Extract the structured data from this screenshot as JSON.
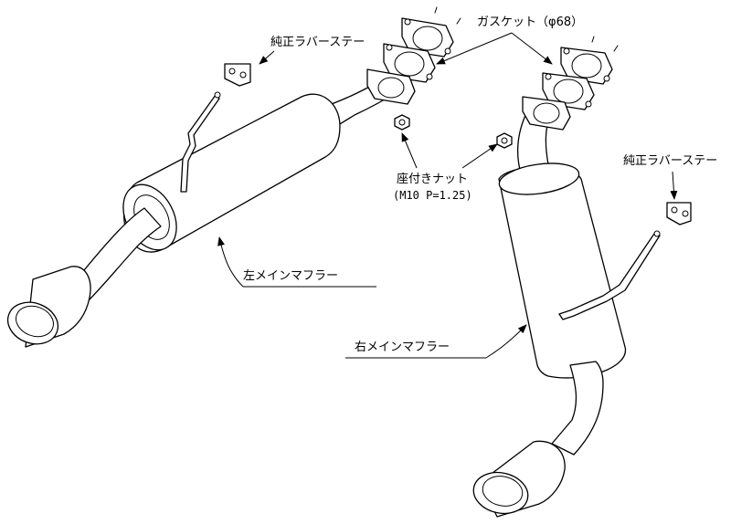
{
  "labels": {
    "rubber_stay_left": "純正ラバーステー",
    "rubber_stay_right": "純正ラバーステー",
    "gasket": "ガスケット（φ68）",
    "nut_name": "座付きナット",
    "nut_spec": "(M10 P=1.25)",
    "left_muffler": "左メインマフラー",
    "right_muffler": "右メインマフラー"
  }
}
